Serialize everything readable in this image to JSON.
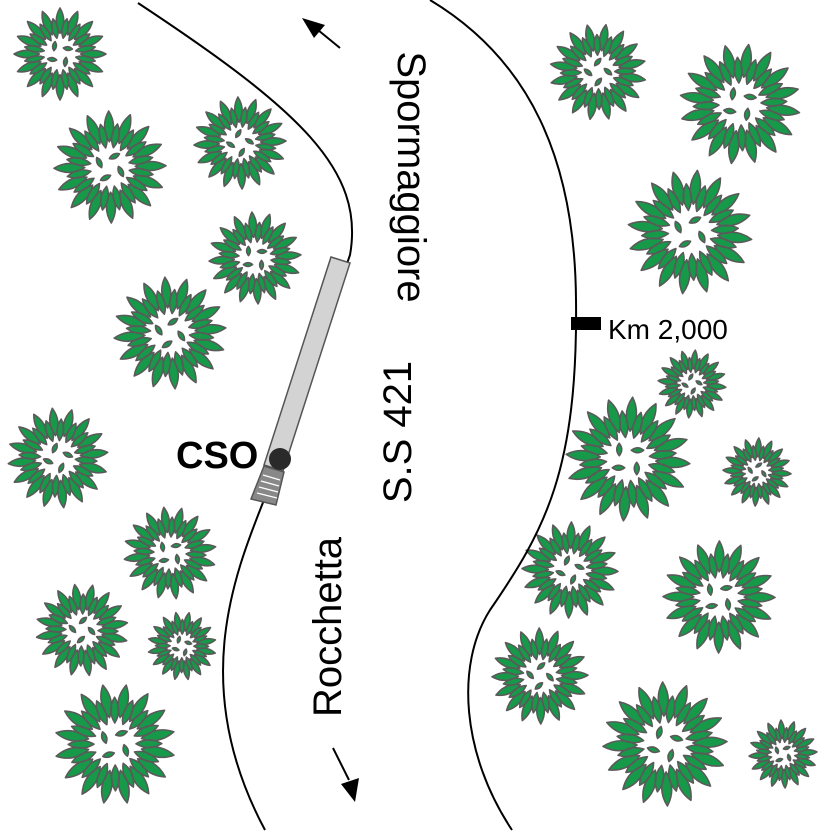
{
  "map": {
    "road_name": "S.S 421",
    "direction_north": "Spormaggiore",
    "direction_south": "Rocchetta",
    "marker_label": "CSO",
    "km_marker": "Km 2,000"
  },
  "colors": {
    "tree_fill": "#17994a",
    "tree_stroke": "#5a5a5a",
    "platform_fill": "#d3d3d3",
    "road_line": "#000000",
    "marker_dot": "#2a2a2a"
  },
  "icons": {
    "tree": "tree-canopy-icon",
    "arrow_north": "arrow-up-left-icon",
    "arrow_south": "arrow-down-right-icon",
    "station": "station-dot-icon",
    "km_post": "km-post-icon"
  }
}
